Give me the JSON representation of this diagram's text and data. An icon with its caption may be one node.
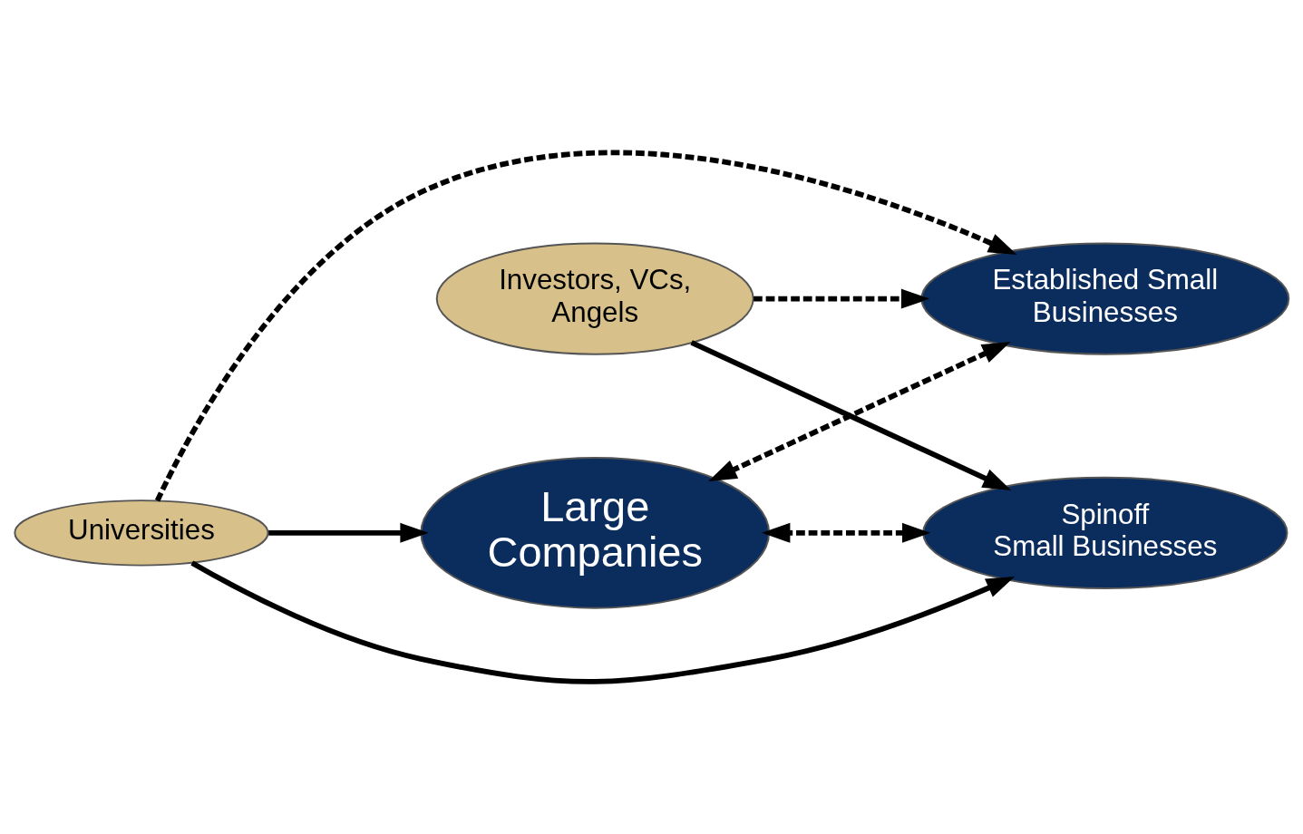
{
  "diagram": {
    "nodes": [
      {
        "text": [
          "Universities"
        ]
      },
      {
        "text": [
          "Large Companies"
        ]
      },
      {
        "text": [
          "Established Small Businesses"
        ]
      },
      {
        "text": [
          "Spinoff Small Businesses"
        ]
      },
      {
        "text": [
          "Investors, VCs, Angels"
        ]
      }
    ],
    "edges": [
      {
        "from": 0,
        "to": 1,
        "arrow": "to"
      },
      {
        "from": 0,
        "to": 2,
        "arrow": "to",
        "style": "dashed"
      },
      {
        "from": 2,
        "to": 1,
        "arrow": "both",
        "style": "dashed"
      },
      {
        "from": 3,
        "to": 1,
        "arrow": "both",
        "style": "dashed"
      },
      {
        "from": 4,
        "to": 2,
        "arrow": "to",
        "style": "dashed"
      },
      {
        "from": 0,
        "to": 3,
        "arrow": "to"
      },
      {
        "from": 4,
        "to": 3,
        "arrow": "to"
      }
    ]
  }
}
